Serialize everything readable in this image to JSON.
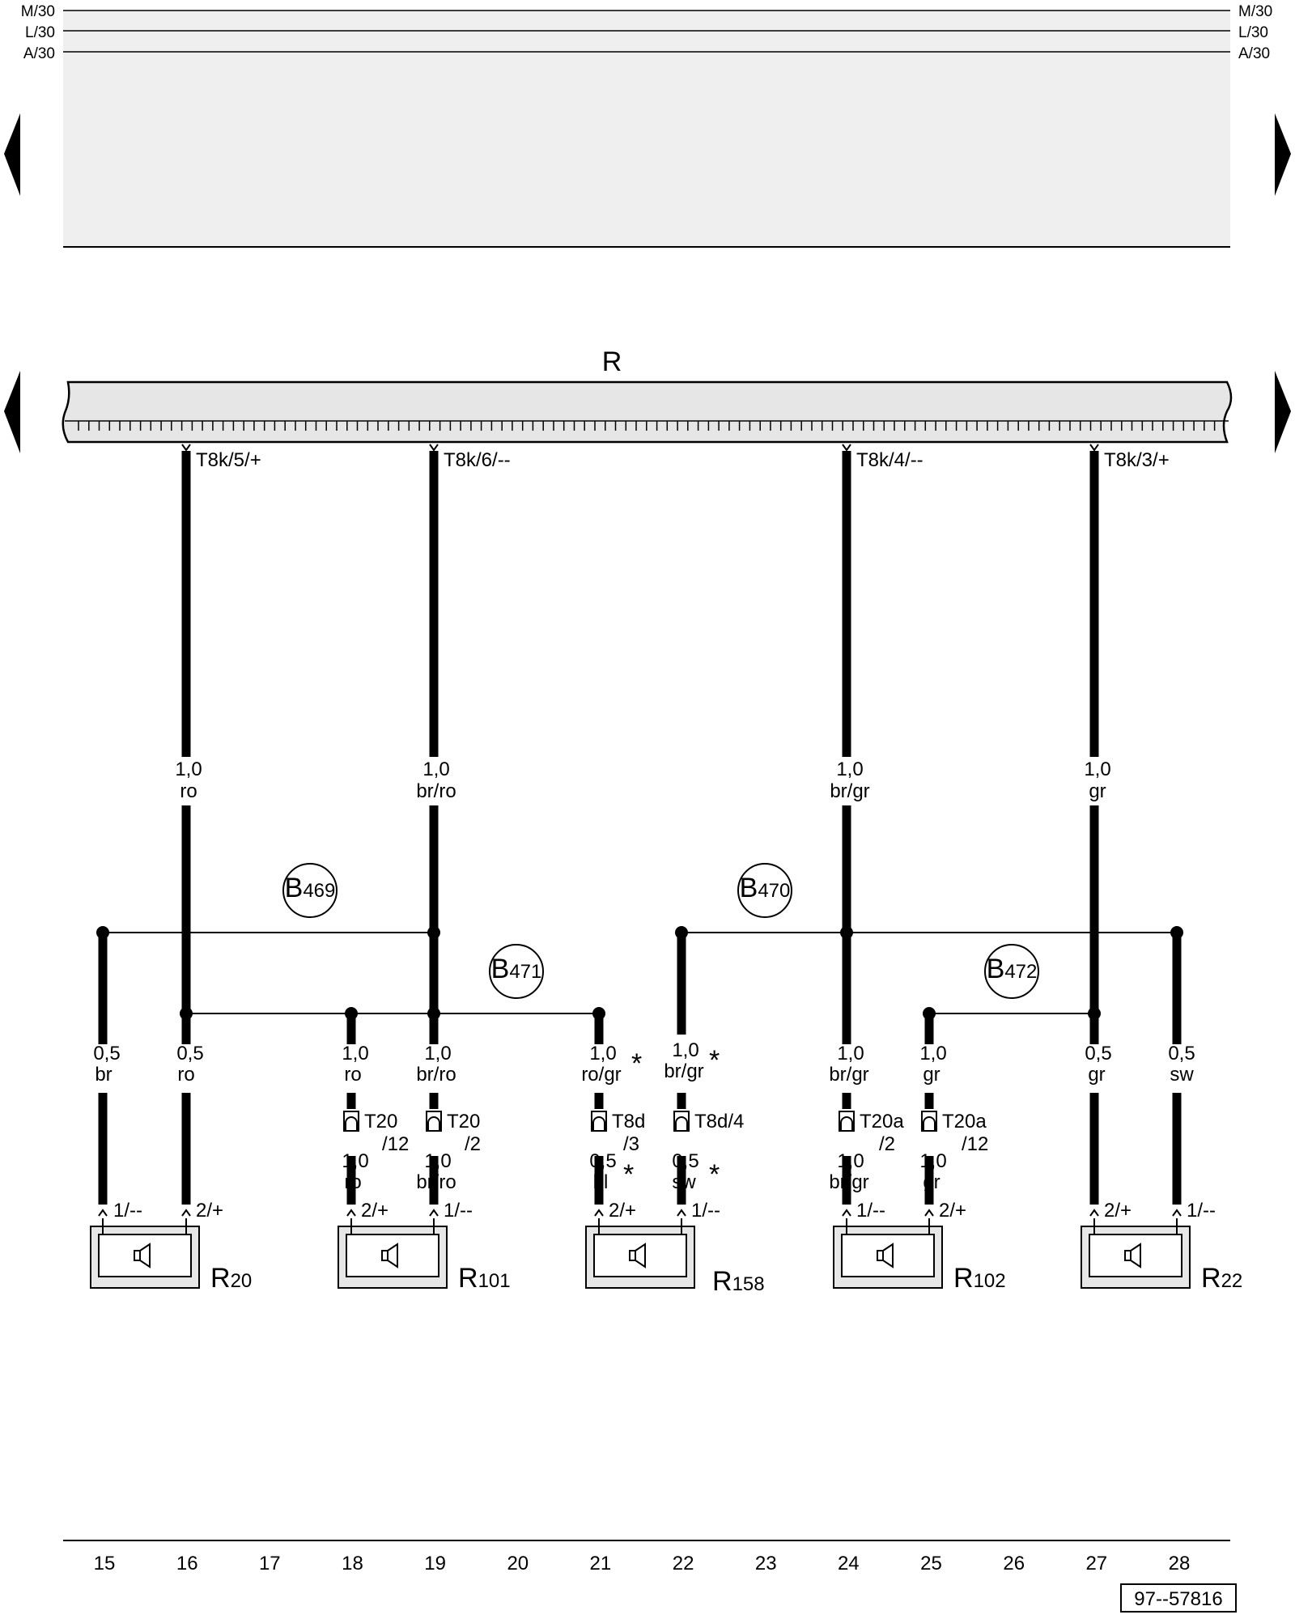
{
  "potential_lines": [
    "M/30",
    "L/30",
    "A/30"
  ],
  "component": {
    "label": "R"
  },
  "radio_pins": [
    "T8k/5/+",
    "T8k/6/--",
    "T8k/4/--",
    "T8k/3/+"
  ],
  "main_wires": [
    {
      "size": "1,0",
      "color": "ro"
    },
    {
      "size": "1,0",
      "color": "br/ro"
    },
    {
      "size": "1,0",
      "color": "br/gr"
    },
    {
      "size": "1,0",
      "color": "gr"
    }
  ],
  "connections": [
    {
      "prefix": "B",
      "num": "469"
    },
    {
      "prefix": "B",
      "num": "470"
    },
    {
      "prefix": "B",
      "num": "471"
    },
    {
      "prefix": "B",
      "num": "472"
    }
  ],
  "lower_wires": [
    {
      "size": "0,5",
      "color": "br"
    },
    {
      "size": "0,5",
      "color": "ro"
    },
    {
      "size": "1,0",
      "color": "ro"
    },
    {
      "size": "1,0",
      "color": "br/ro"
    },
    {
      "size": "1,0",
      "color": "ro/gr"
    },
    {
      "size": "1,0",
      "color": "br/gr"
    },
    {
      "size": "1,0",
      "color": "br/gr"
    },
    {
      "size": "1,0",
      "color": "gr"
    },
    {
      "size": "0,5",
      "color": "gr"
    },
    {
      "size": "0,5",
      "color": "sw"
    }
  ],
  "connectors": [
    {
      "line1": "T20",
      "line2": "/12"
    },
    {
      "line1": "T20",
      "line2": "/2"
    },
    {
      "line1": "T8d",
      "line2": "/3"
    },
    {
      "line1": "T8d/4",
      "line2": ""
    },
    {
      "line1": "T20a",
      "line2": "/2"
    },
    {
      "line1": "T20a",
      "line2": "/12"
    }
  ],
  "after_connector_wires": [
    {
      "size": "1,0",
      "color": "ro"
    },
    {
      "size": "1,0",
      "color": "br/ro"
    },
    {
      "size": "0,5",
      "color": "bl"
    },
    {
      "size": "0,5",
      "color": "sw"
    },
    {
      "size": "1,0",
      "color": "br/gr"
    },
    {
      "size": "1,0",
      "color": "gr"
    }
  ],
  "asterisk": "*",
  "speaker_pins": [
    "1/--",
    "2/+",
    "2/+",
    "1/--",
    "2/+",
    "1/--",
    "1/--",
    "2/+",
    "2/+",
    "1/--"
  ],
  "speakers": [
    {
      "prefix": "R",
      "num": "20"
    },
    {
      "prefix": "R",
      "num": "101"
    },
    {
      "prefix": "R",
      "num": "158"
    },
    {
      "prefix": "R",
      "num": "102"
    },
    {
      "prefix": "R",
      "num": "22"
    }
  ],
  "grid_numbers": [
    "15",
    "16",
    "17",
    "18",
    "19",
    "20",
    "21",
    "22",
    "23",
    "24",
    "25",
    "26",
    "27",
    "28"
  ],
  "drawing_number": "97--57816"
}
